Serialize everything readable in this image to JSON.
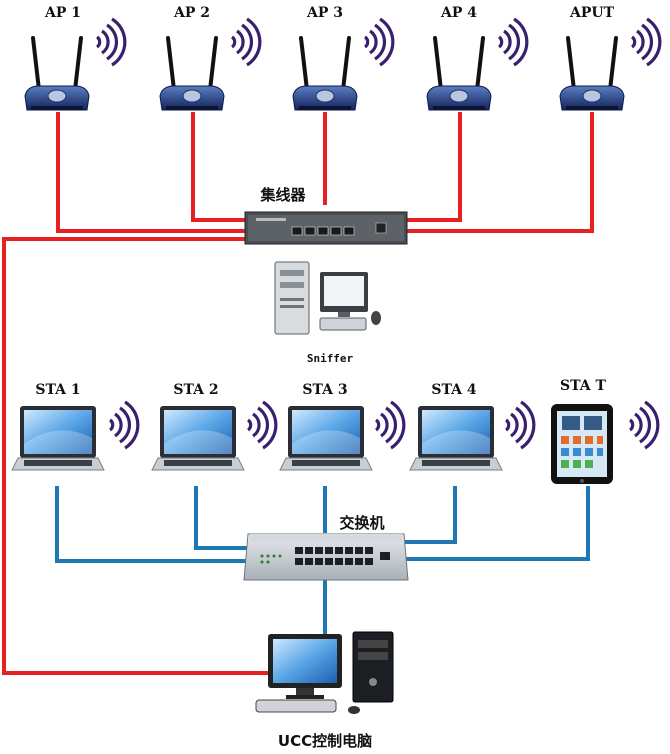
{
  "aps": [
    {
      "label": "AP 1"
    },
    {
      "label": "AP 2"
    },
    {
      "label": "AP 3"
    },
    {
      "label": "AP 4"
    },
    {
      "label": "APUT"
    }
  ],
  "hub": {
    "label": "集线器"
  },
  "sniffer": {
    "label": "Sniffer"
  },
  "stations": [
    {
      "label": "STA 1"
    },
    {
      "label": "STA 2"
    },
    {
      "label": "STA 3"
    },
    {
      "label": "STA 4"
    },
    {
      "label": "STA T"
    }
  ],
  "switch": {
    "label": "交换机"
  },
  "controller": {
    "label": "UCC控制电脑"
  },
  "colors": {
    "red_link": "#e8201f",
    "blue_link": "#1f78b4",
    "wave": "#3a1f6e"
  }
}
